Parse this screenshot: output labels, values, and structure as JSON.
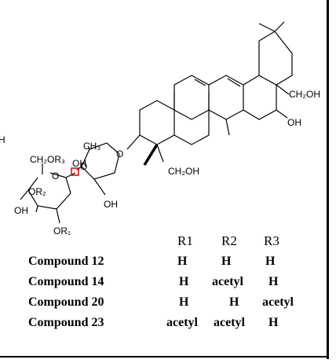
{
  "structure_labels": {
    "ch2oh_top": "CH₂OH",
    "oh_top": "OH",
    "ch2oh_bottom": "CH₂OH",
    "o_link": "O",
    "ch3": "CH₃",
    "ch2or3": "CH₂OR₃",
    "o_ring_a": "O",
    "oh_ring_a": "OH",
    "o_ring_b": "O",
    "or2": "OR₂",
    "ho": "OH",
    "oh_ring_b": "OH",
    "or1": "OR₁",
    "h_edge": "H"
  },
  "table": {
    "headers": {
      "r1": "R1",
      "r2": "R2",
      "r3": "R3"
    },
    "rows": [
      {
        "compound": "Compound 12",
        "r1": "H",
        "r2": "H",
        "r3": "H"
      },
      {
        "compound": "Compound 14",
        "r1": "H",
        "r2": "acetyl",
        "r3": "H"
      },
      {
        "compound": "Compound 20",
        "r1": "H",
        "r2": "H",
        "r3": "acetyl"
      },
      {
        "compound": "Compound 23",
        "r1": "acetyl",
        "r2": "acetyl",
        "r3": "H"
      }
    ]
  }
}
